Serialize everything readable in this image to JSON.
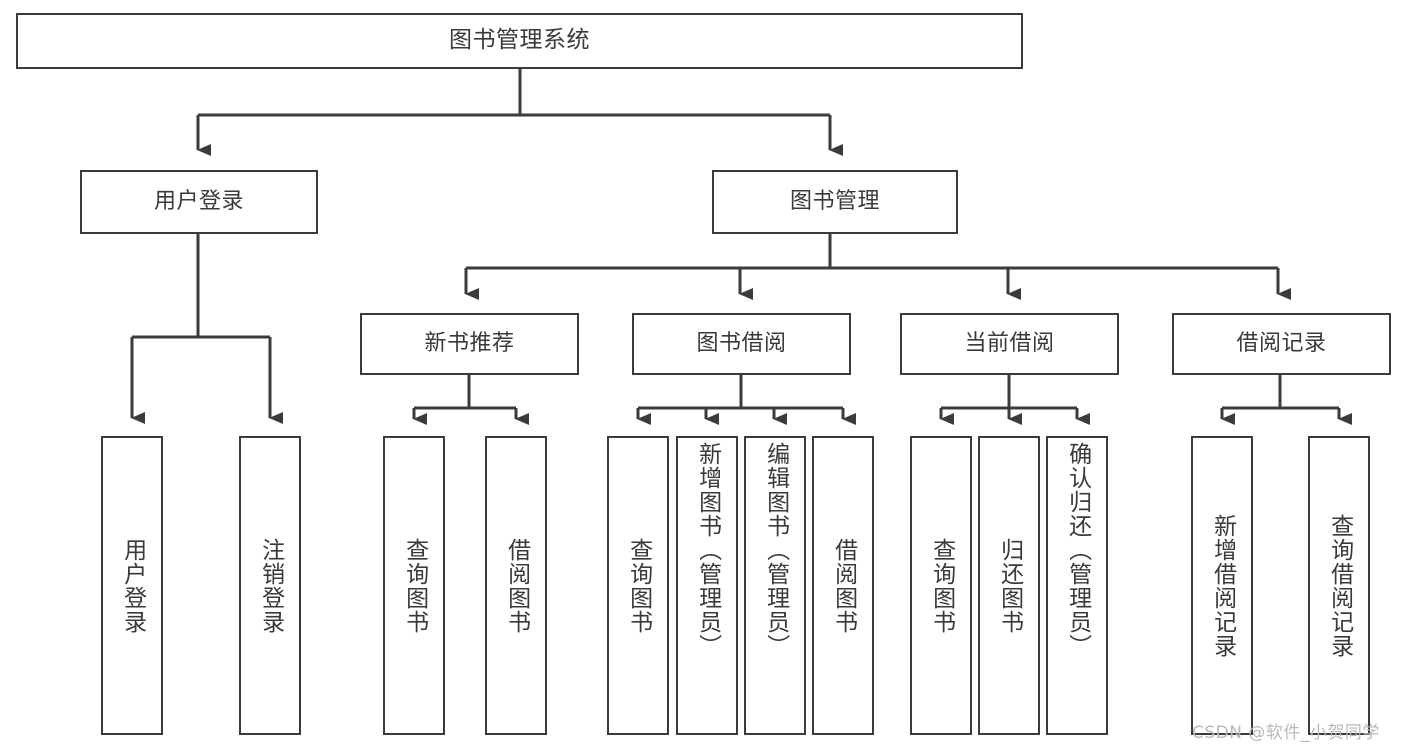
{
  "diagram": {
    "title": "图书管理系统",
    "type": "功能结构图",
    "stroke_color": "#3b3b3b",
    "background_color": "#ffffff",
    "text_color": "#3a3a3a",
    "watermark": "CSDN @软件_小贺同学",
    "watermark_color": "#b9b9b9"
  },
  "nodes": {
    "root": {
      "label": "图书管理系统"
    },
    "level2": [
      {
        "label": "用户登录"
      },
      {
        "label": "图书管理"
      }
    ],
    "level3": [
      {
        "label": "新书推荐"
      },
      {
        "label": "图书借阅"
      },
      {
        "label": "当前借阅"
      },
      {
        "label": "借阅记录"
      }
    ],
    "leaves": {
      "user_login": [
        {
          "label": "用户登录"
        },
        {
          "label": "注销登录"
        }
      ],
      "new_book": [
        {
          "label": "查询图书"
        },
        {
          "label": "借阅图书"
        }
      ],
      "book_borrow": [
        {
          "label": "查询图书"
        },
        {
          "label": "新增图书（管理员）"
        },
        {
          "label": "编辑图书（管理员）"
        },
        {
          "label": "借阅图书"
        }
      ],
      "current_borrow": [
        {
          "label": "查询图书"
        },
        {
          "label": "归还图书"
        },
        {
          "label": "确认归还（管理员）"
        }
      ],
      "borrow_record": [
        {
          "label": "新增借阅记录"
        },
        {
          "label": "查询借阅记录"
        }
      ]
    }
  }
}
